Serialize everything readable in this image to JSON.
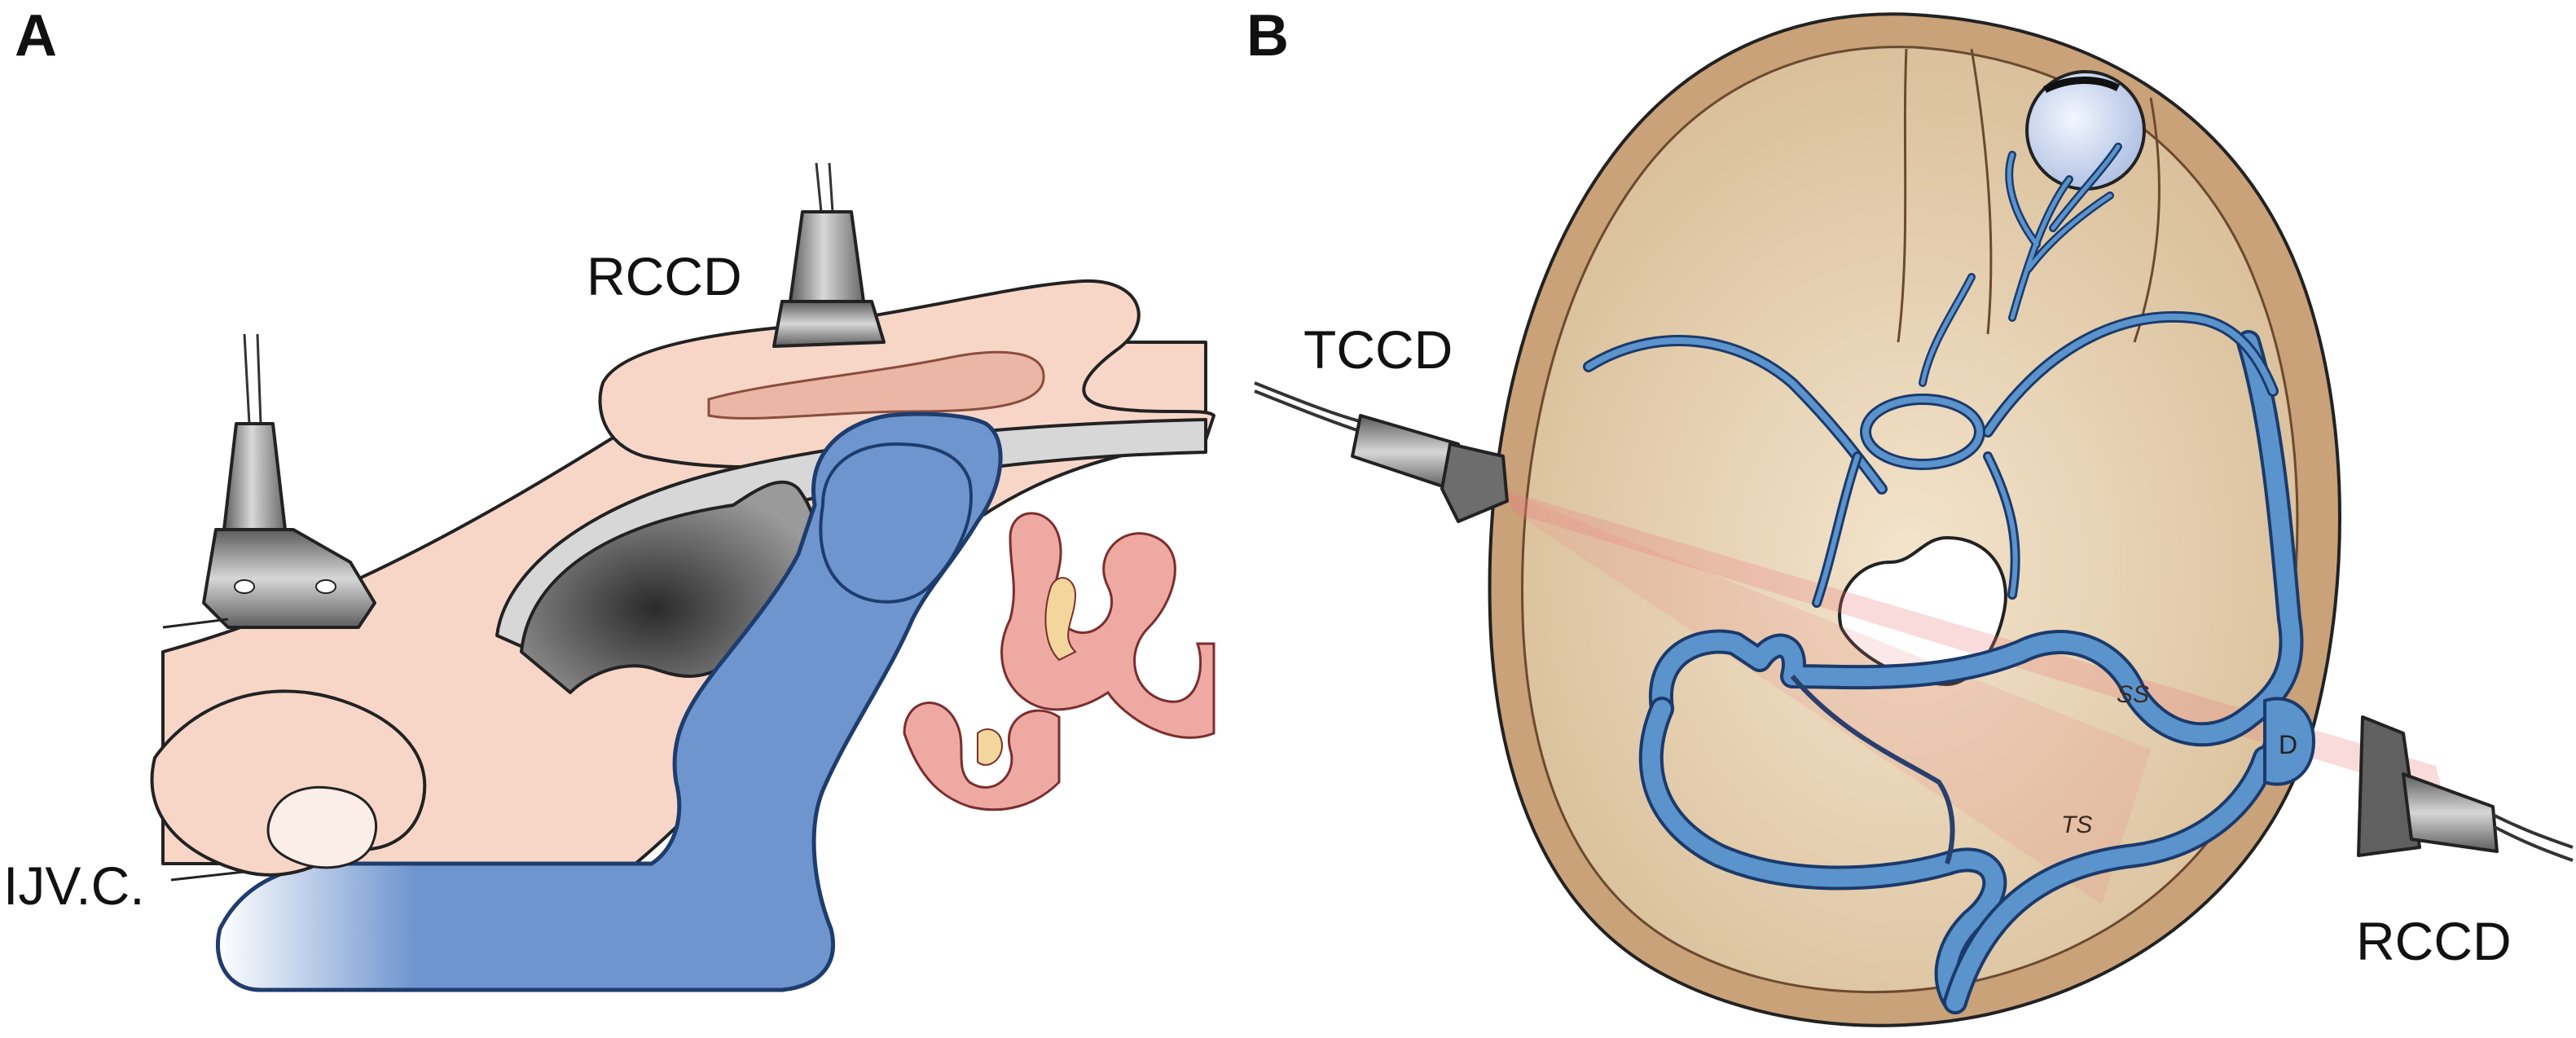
{
  "panel_a": {
    "letter": "A",
    "labels": {
      "rccd": "RCCD",
      "ijvc": "IJV.C."
    }
  },
  "panel_b": {
    "letter": "B",
    "labels": {
      "tccd": "TCCD",
      "rccd": "RCCD",
      "ss": "SS",
      "ts": "TS",
      "d": "D"
    }
  },
  "colors": {
    "skin": "#f7d6c8",
    "vein_blue": "#6f95cf",
    "vein_outline": "#1e3c6e",
    "bone": "#ecd9bd",
    "bone_rim": "#c9a27a",
    "sinus_blue": "#5b93cc",
    "beam": "#e97e7e",
    "probe_gray": "#8a8a8a"
  }
}
